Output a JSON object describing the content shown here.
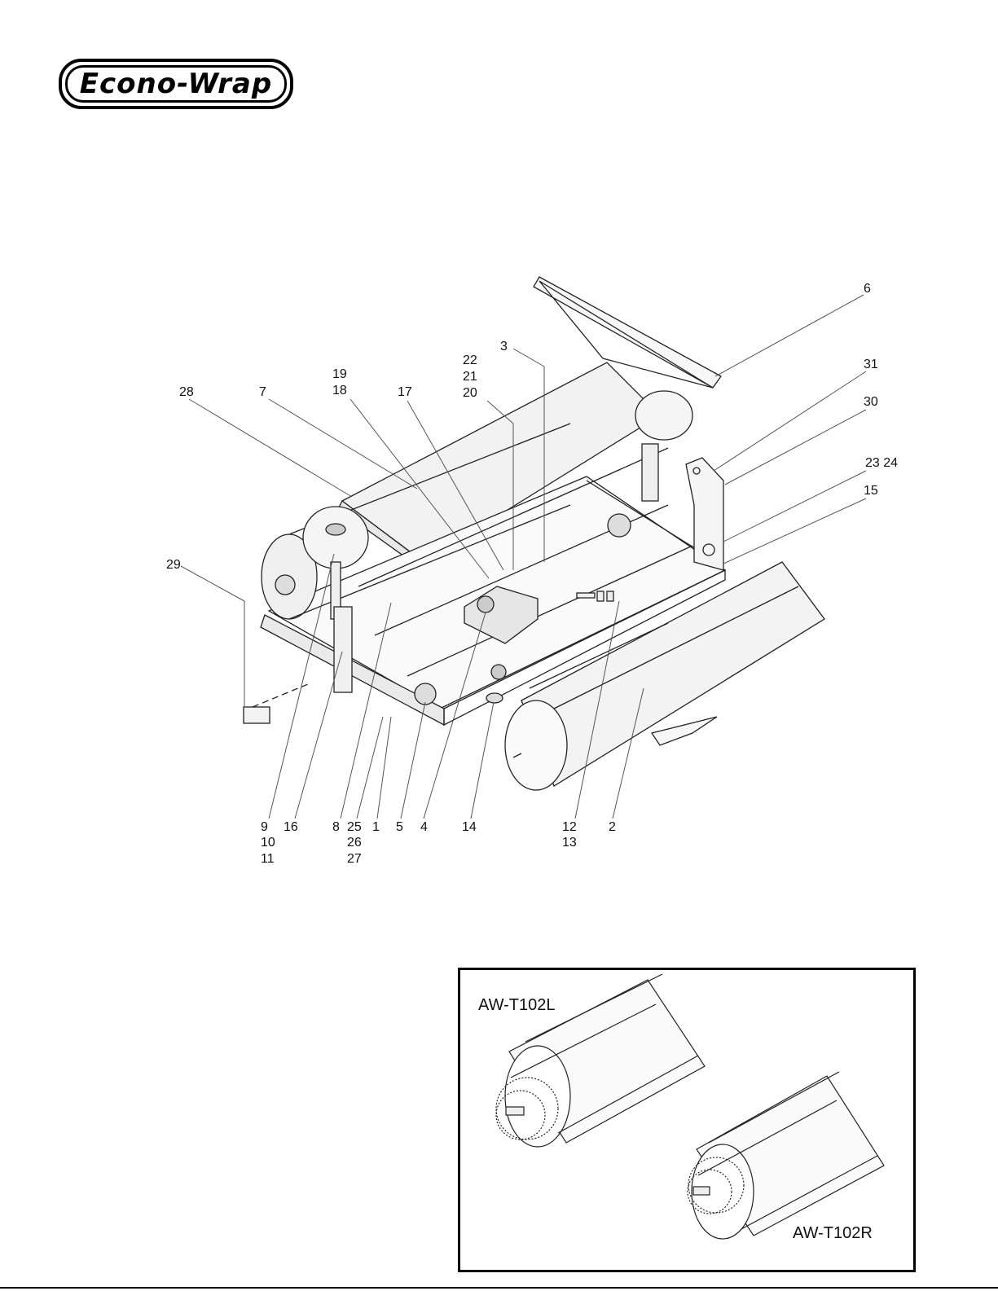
{
  "brand": {
    "logo_text": "Econo-Wrap"
  },
  "callouts": {
    "c6": "6",
    "c3": "3",
    "c31": "31",
    "c22": "22",
    "c21": "21",
    "c20": "20",
    "c19": "19",
    "c18": "18",
    "c17": "17",
    "c7": "7",
    "c28": "28",
    "c30": "30",
    "c2324": "23 24",
    "c15": "15",
    "c29": "29",
    "b9": "9",
    "b10": "10",
    "b11": "11",
    "b16": "16",
    "b8": "8",
    "b25": "25",
    "b26": "26",
    "b27": "27",
    "b1": "1",
    "b5": "5",
    "b4": "4",
    "b14": "14",
    "b12": "12",
    "b13": "13",
    "b2": "2"
  },
  "inset": {
    "label_left": "AW-T102L",
    "label_right": "AW-T102R"
  },
  "colors": {
    "line": "#222222",
    "fill": "#f4f4f4",
    "accent": "#000000"
  }
}
